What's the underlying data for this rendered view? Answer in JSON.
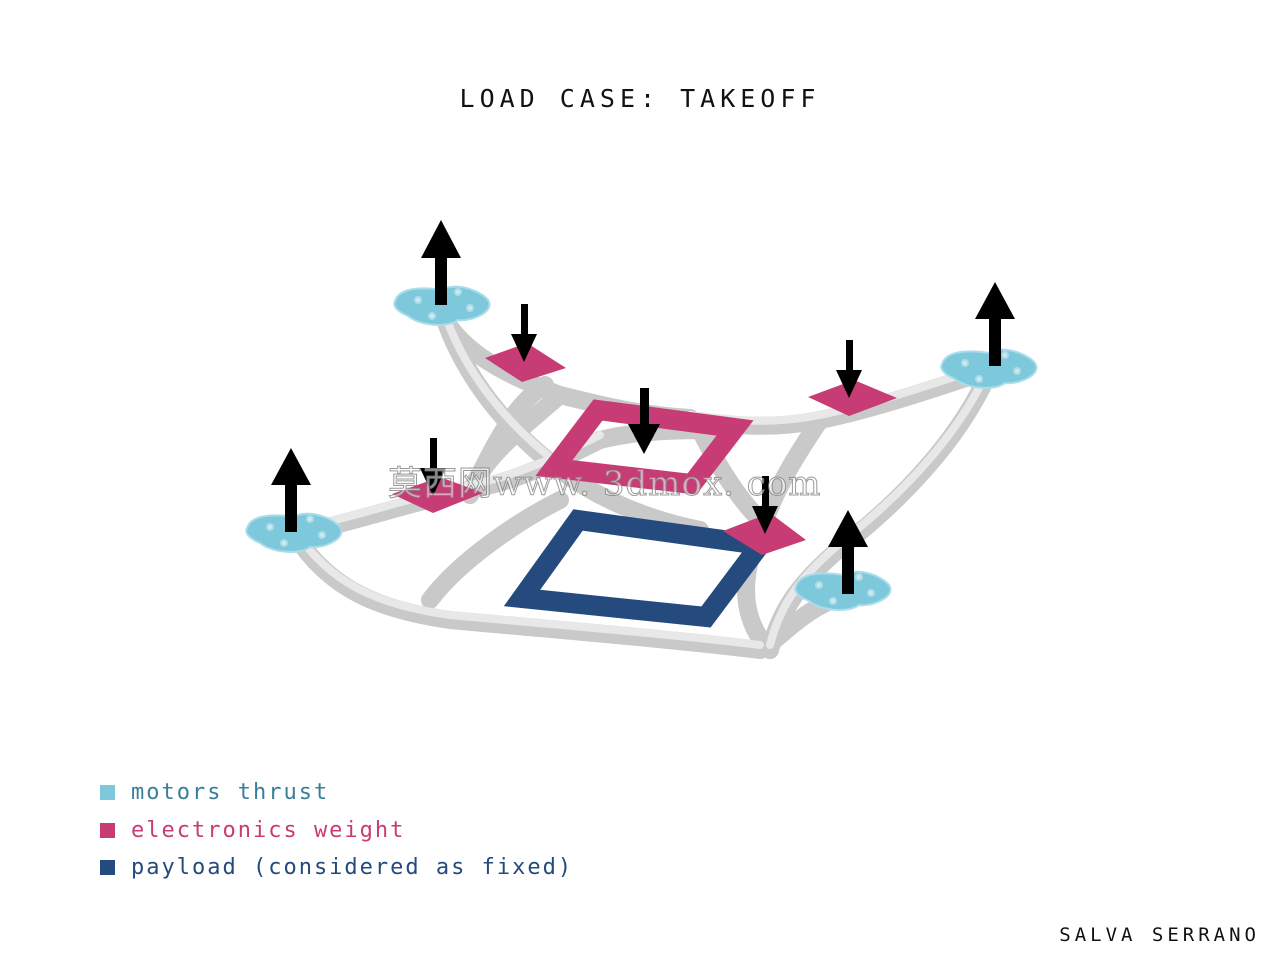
{
  "title": "LOAD CASE: TAKEOFF",
  "author": "SALVA SERRANO",
  "watermark": "莫西网www. 3dmox. com",
  "colors": {
    "motors": "#7ec8dc",
    "electronics": "#c83c75",
    "payload": "#254a7e",
    "frame": "#d8d8d8",
    "arrow": "#000000"
  },
  "legend": [
    {
      "label": "motors thrust",
      "color": "#7ec8dc",
      "text_color": "#3a7e9c"
    },
    {
      "label": "electronics weight",
      "color": "#c83c75",
      "text_color": "#c83c75"
    },
    {
      "label": "payload (considered as fixed)",
      "color": "#254a7e",
      "text_color": "#254a7e"
    }
  ]
}
